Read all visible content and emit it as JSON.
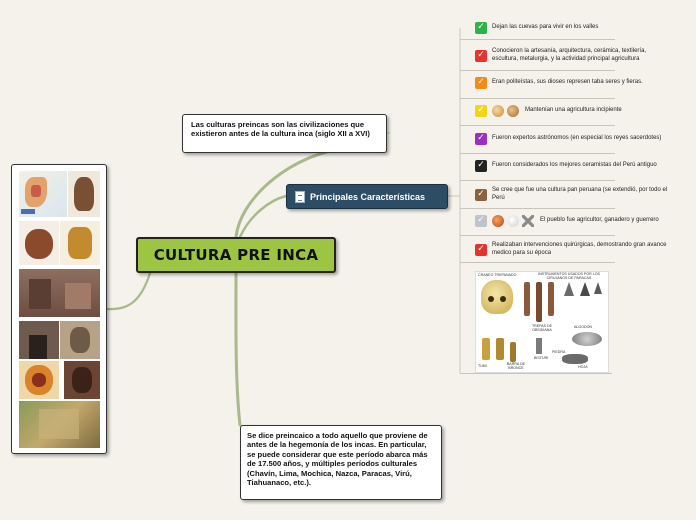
{
  "central": {
    "title": "CULTURA PRE INCA"
  },
  "topic_preincas": {
    "text": "Las culturas preincas son las civilizaciones que existieron antes de la cultura inca (siglo XII a XVI)"
  },
  "topic_definicion": {
    "text": "Se dice preincaico a todo aquello que proviene de antes de la hegemonía de los incas. En particular, se puede considerar que este período abarca más de 17.500 años, y múltiples períodos culturales (Chavín, Lima, Mochica, Nazca, Paracas, Virú, Tiahuanaco, etc.)."
  },
  "principales": {
    "label": "Principales Características"
  },
  "characteristics": [
    {
      "text": "Dejan las cuevas para vivir en los valles",
      "color": "#2db34a"
    },
    {
      "text": "Conocieron la artesanía, arquitectura, cerámica, textilería, escultura, metalurgia, y la actividad principal agricultura",
      "color": "#e3342f"
    },
    {
      "text": "Eran politeístas, sus dioses represen taba seres y fieras.",
      "color": "#f28a1c"
    },
    {
      "text": "Mantenían una agricultura incipiente",
      "color": "#f1d51b"
    },
    {
      "text": "Fueron expertos astrónomos (en especial los reyes sacerdotes)",
      "color": "#9b2fc0"
    },
    {
      "text": "Fueron considerados los mejores ceramistas del Perú antiguo",
      "color": "#222222"
    },
    {
      "text": "Se cree que fue una cultura pan peruana (se extendió, por todo el Perú",
      "color": "#8a6240"
    },
    {
      "text": "El pueblo fue agricultor, ganadero y guerrero",
      "color": "#bfc4c9"
    },
    {
      "text": "Realizaban intervenciones quirúrgicas, demostrando gran avance medico para su época",
      "color": "#e3342f"
    }
  ],
  "image_labels": {
    "craneo": "CRANEO TREPANADO",
    "instrumentos": "INSTRUMENTOS USADOS POR LOS CIRUJANOS DE PARACAS",
    "tumi": "TUMI",
    "barra": "BARRA DE BRONCE",
    "bisturi": "BISTURI",
    "piedra": "PIEDRA",
    "hoja": "HOJA",
    "obsidiana": "TREPAS DE OBSIDIANA",
    "algodon": "ALGODON"
  },
  "icons": {
    "check": "✓",
    "document": "document-icon"
  }
}
